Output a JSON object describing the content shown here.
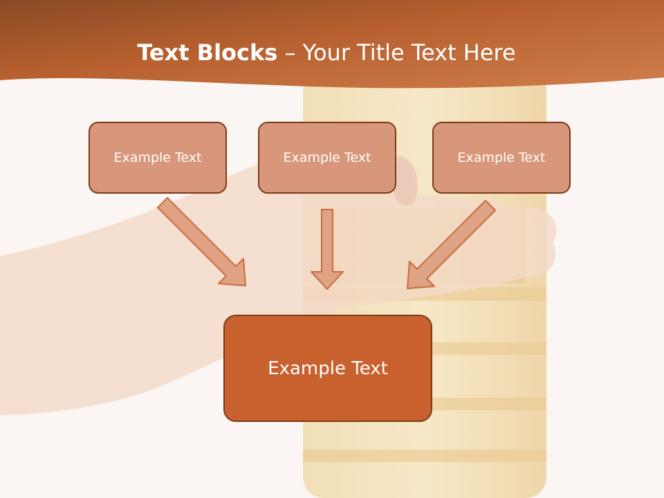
{
  "title": {
    "bold": "Text Blocks",
    "dash": "–",
    "rest": "Your Title Text Here"
  },
  "boxes": {
    "left": "Example Text",
    "center": "Example Text",
    "right": "Example Text",
    "main": "Example Text"
  },
  "colors": {
    "header_dark": "#8a4a25",
    "header_light": "#c96e3a",
    "box_light": "#d8967a",
    "box_main": "#c9612f",
    "border": "#7a3a18",
    "arrow_fill": "#dfa384",
    "arrow_stroke": "#c86a3e"
  }
}
